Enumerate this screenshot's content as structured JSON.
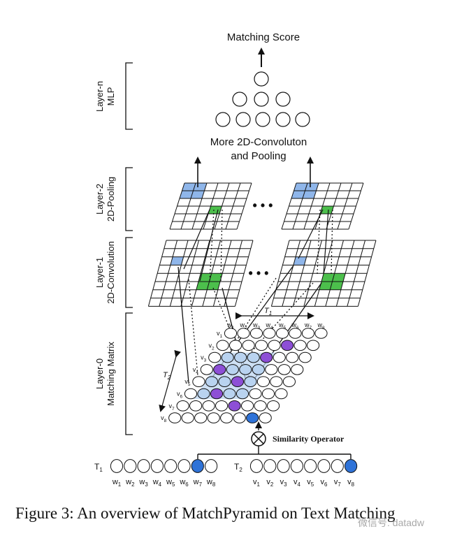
{
  "title": "Matching Score",
  "more_layers": [
    "More 2D-Convoluton",
    "and Pooling"
  ],
  "layer_n": [
    "Layer-n",
    "MLP"
  ],
  "layer_2": [
    "Layer-2",
    "2D-Pooling"
  ],
  "layer_1": [
    "Layer-1",
    "2D-Convolution"
  ],
  "layer_0": [
    "Layer-0",
    "Matching Matrix"
  ],
  "ellipsis": "• • •",
  "axis_t1": "T",
  "axis_t1_sub": "1",
  "axis_t2": "T",
  "axis_t2_sub": "2",
  "similarity_operator": "Similarity Operator",
  "operator_symbol": "⊗",
  "seq1_label": "T",
  "seq1_label_sub": "1",
  "seq2_label": "T",
  "seq2_label_sub": "2",
  "matrix_cols": [
    "w1",
    "w2",
    "w3",
    "w4",
    "w5",
    "w6",
    "w7",
    "w8"
  ],
  "matrix_rows": [
    "v1",
    "v2",
    "v3",
    "v4",
    "v5",
    "v6",
    "v7",
    "v8"
  ],
  "seq1_words": [
    "w1",
    "w2",
    "w3",
    "w4",
    "w5",
    "w6",
    "w7",
    "w8"
  ],
  "seq2_words": [
    "v1",
    "v2",
    "v3",
    "v4",
    "v5",
    "v6",
    "v7",
    "v8"
  ],
  "caption": "Figure 3: An overview of MatchPyramid on Text Matching",
  "watermark": "微信号: datadw",
  "colors": {
    "blue_cell": "#8fb6ea",
    "green_cell": "#4cbf4c",
    "purple_cell": "#8d4fd6",
    "light_blue": "#b9d3f0",
    "highlight": "#2f73d8",
    "line": "#111111"
  }
}
